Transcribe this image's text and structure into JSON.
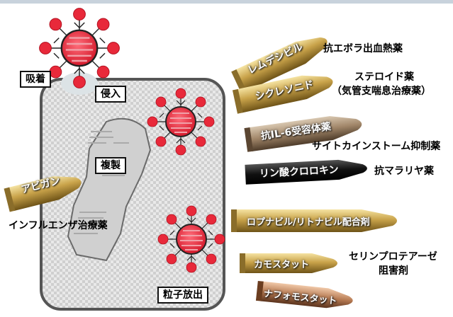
{
  "steps": {
    "adsorption": "吸着",
    "entry": "侵入",
    "replication": "複製",
    "release": "粒子放出"
  },
  "drugs": [
    {
      "name": "レムデシビル",
      "effect": "抗エボラ出血熱薬"
    },
    {
      "name": "シクレソニド",
      "effect": "ステロイド薬",
      "effect2": "（気管支喘息治療薬）"
    },
    {
      "name": "抗IL-6受容体薬",
      "effect": "サイトカインストーム抑制薬"
    },
    {
      "name": "リン酸クロロキン",
      "effect": "抗マラリヤ薬"
    },
    {
      "name": "アビガン",
      "effect": "インフルエンザ治療薬"
    },
    {
      "name": "ロプナビル/リトナビル配合剤"
    },
    {
      "name": "カモスタット",
      "effect": "セリンプロテアーゼ",
      "effect2": "阻害剤"
    },
    {
      "name": "ナフォモスタット"
    }
  ],
  "colors": {
    "virus_red": "#e8293a",
    "gold": "#c9a34a",
    "cell_border": "#555555"
  }
}
